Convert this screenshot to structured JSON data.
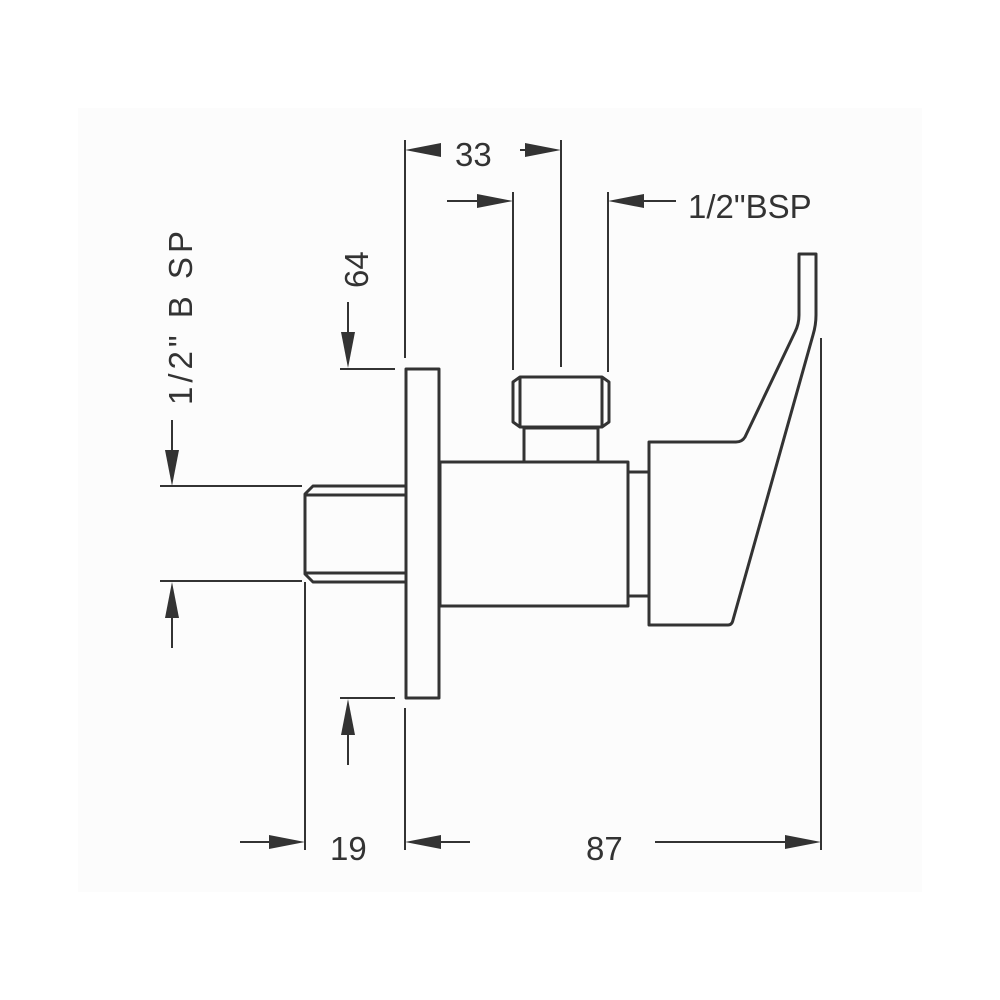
{
  "drawing": {
    "title": "Angle valve technical drawing",
    "colors": {
      "line": "#333333",
      "background": "#ffffff"
    },
    "dimensions": {
      "top_width": "33",
      "top_thread": "1/2\"BSP",
      "flange_height": "64",
      "inlet_thread": "1/2\" B SP",
      "inlet_length": "19",
      "overall_depth": "87"
    }
  }
}
